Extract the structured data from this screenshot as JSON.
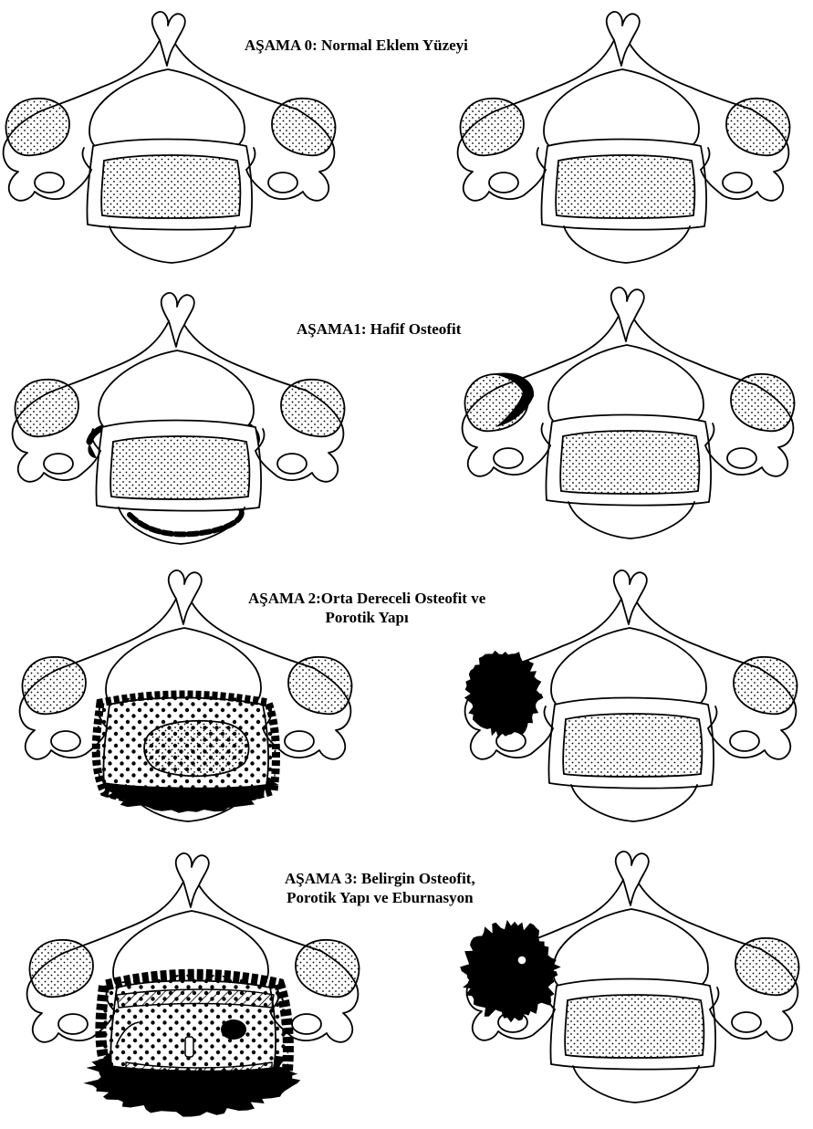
{
  "stages": [
    {
      "id": "stage-0",
      "title_lines": [
        "AŞAMA 0: Normal Eklem Yüzeyi"
      ]
    },
    {
      "id": "stage-1",
      "title_lines": [
        "AŞAMA1: Hafif Osteofit"
      ]
    },
    {
      "id": "stage-2",
      "title_lines": [
        "AŞAMA 2:Orta Dereceli Osteofit ve",
        "Porotik Yapı"
      ]
    },
    {
      "id": "stage-3",
      "title_lines": [
        "AŞAMA 3: Belirgin Osteofit,",
        "Porotik Yapı ve Eburnasyon"
      ]
    }
  ],
  "colors": {
    "ink": "#000000",
    "paper": "#ffffff"
  }
}
